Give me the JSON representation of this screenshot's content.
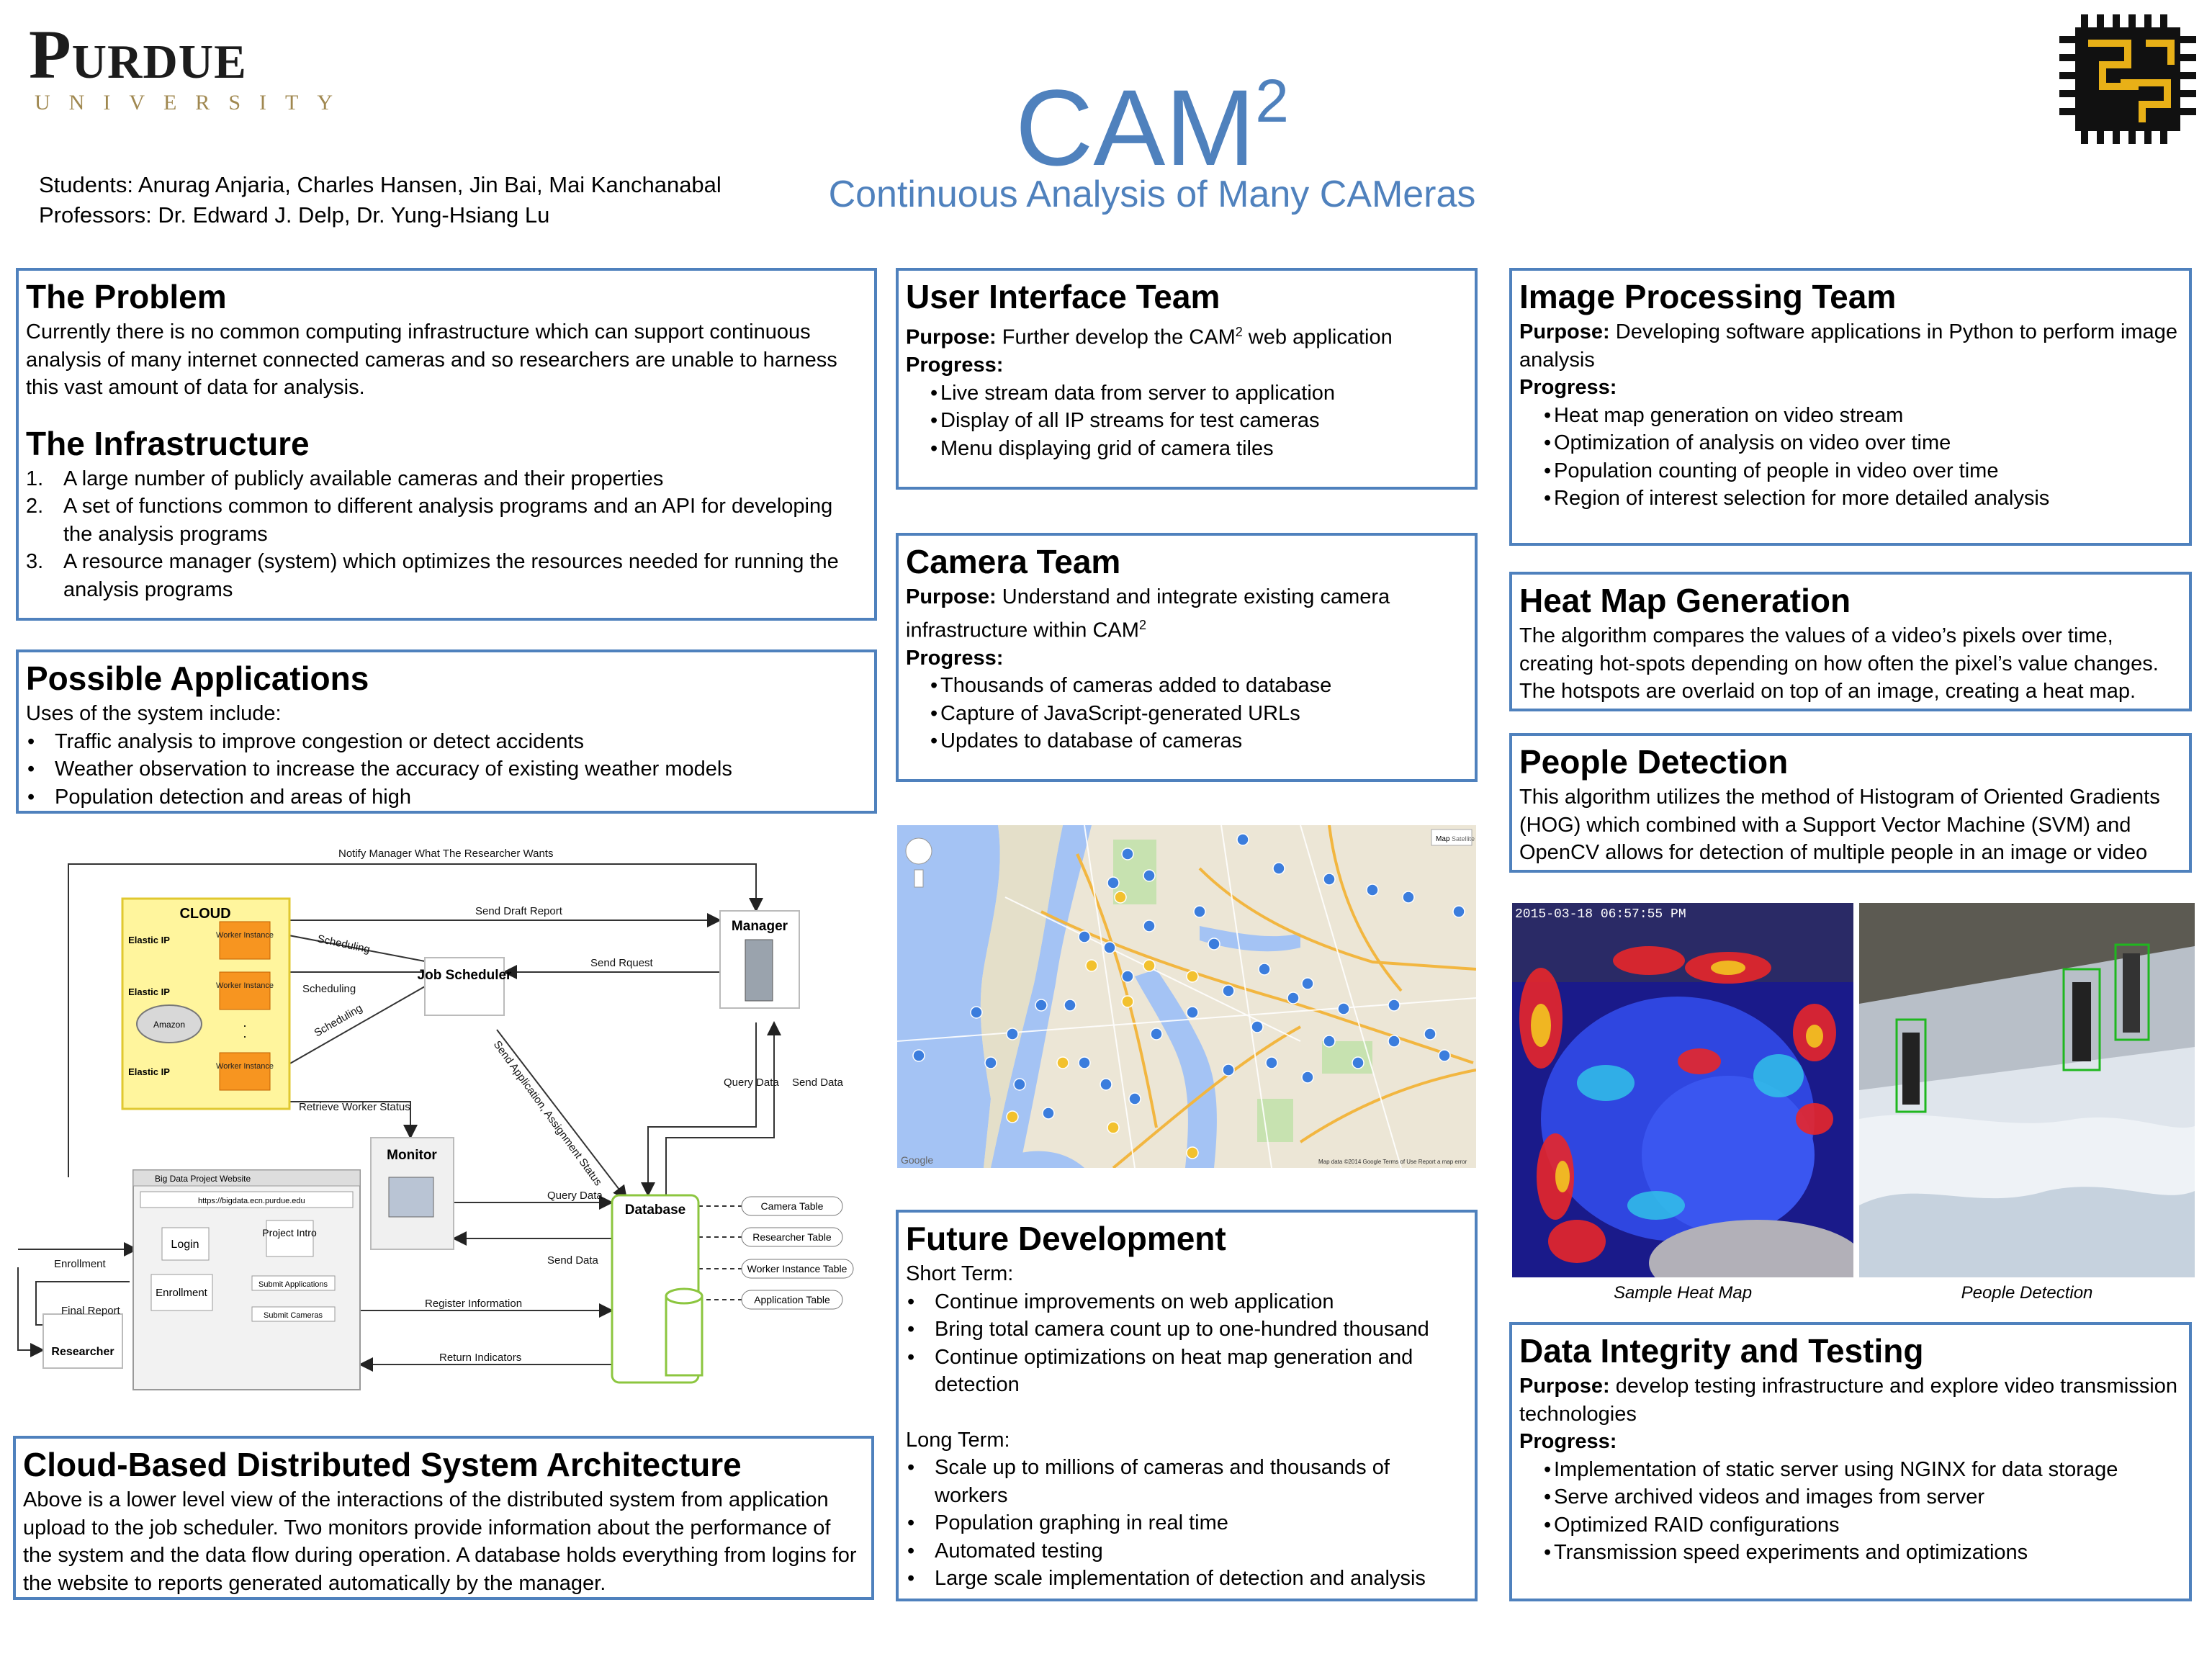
{
  "header": {
    "logo_name": "Purdue",
    "logo_sub": "UNIVERSITY",
    "title": "CAM",
    "title_sup": "2",
    "subtitle": "Continuous Analysis of Many CAMeras",
    "students": "Students: Anurag Anjaria, Charles Hansen, Jin Bai, Mai Kanchanabal",
    "professors": "Professors: Dr. Edward J. Delp, Dr. Yung-Hsiang Lu",
    "ece_logo_name": "ece-logo"
  },
  "problem": {
    "title": "The Problem",
    "text": "Currently there is no common computing infrastructure which can support continuous analysis of many internet connected cameras and so researchers are unable to harness this vast amount of data for analysis."
  },
  "infrastructure": {
    "title": "The Infrastructure",
    "items": [
      {
        "n": "1.",
        "text": "A large number of publicly available cameras and their properties"
      },
      {
        "n": "2.",
        "text": "A set of functions common to different analysis programs and an API for developing the analysis programs"
      },
      {
        "n": "3.",
        "text": "A resource manager (system) which optimizes the resources needed for running the analysis programs"
      }
    ]
  },
  "applications": {
    "title": "Possible Applications",
    "intro": "Uses of the system include:",
    "items": [
      "Traffic analysis to improve congestion or detect accidents",
      "Weather observation to increase the accuracy of existing weather models",
      "Population detection and areas of high"
    ]
  },
  "diagram": {
    "notify": "Notify Manager What The Researcher Wants",
    "cloud": "CLOUD",
    "elastic_ip": "Elastic IP",
    "worker": "Worker Instance",
    "amazon": "Amazon",
    "send_draft": "Send Draft Report",
    "manager": "Manager",
    "scheduling": "Scheduling",
    "job_scheduler": "Job Scheduler",
    "send_request": "Send Rquest",
    "send_app": "Send Application, Assignment Status",
    "retrieve": "Retrieve Worker Status",
    "monitor": "Monitor",
    "query_data": "Query Data",
    "send_data": "Send Data",
    "database": "Database",
    "tables": [
      "Camera Table",
      "Researcher Table",
      "Worker Instance Table",
      "Application Table"
    ],
    "website_title": "Big Data Project Website",
    "url": "https://bigdata.ecn.purdue.edu",
    "login": "Login",
    "project_intro": "Project Intro",
    "enrollment": "Enrollment",
    "submit_apps": "Submit Applications",
    "submit_cams": "Submit Cameras",
    "enrollment_lbl": "Enrollment",
    "final_report": "Final Report",
    "researcher": "Researcher",
    "register": "Register Information",
    "return_ind": "Return Indicators"
  },
  "architecture": {
    "title": "Cloud-Based Distributed System Architecture",
    "text": "Above is a lower level view of the interactions of the distributed system from application upload to the job scheduler.  Two monitors provide information about the performance of the system and the data flow during operation.  A database holds everything from logins for the website to reports generated automatically by the manager."
  },
  "ui_team": {
    "title": "User Interface Team",
    "purpose_label": "Purpose:",
    "purpose": "Further develop the CAM",
    "purpose_sup": "2",
    "purpose_tail": " web application",
    "progress_label": "Progress:",
    "items": [
      "Live stream data from server to application",
      "Display of all IP streams for test cameras",
      "Menu displaying grid of camera tiles"
    ]
  },
  "camera_team": {
    "title": "Camera Team",
    "purpose_label": "Purpose:",
    "purpose": "Understand and integrate existing camera infrastructure within CAM",
    "purpose_sup": "2",
    "progress_label": "Progress:",
    "items": [
      "Thousands of cameras added to database",
      "Capture of JavaScript-generated URLs",
      "Updates to database of cameras"
    ]
  },
  "map": {
    "map_btn": "Map",
    "satellite_btn": "Satellite",
    "footer": "Map data ©2014 Google   Terms of Use   Report a map error",
    "google": "Google"
  },
  "future": {
    "title": "Future Development",
    "short_label": "Short Term:",
    "short_items": [
      "Continue improvements on web application",
      "Bring total camera count up to one-hundred thousand",
      "Continue optimizations on heat map generation and detection"
    ],
    "long_label": "Long Term:",
    "long_items": [
      "Scale up to millions of cameras and thousands of workers",
      "Population graphing in real time",
      "Automated testing",
      "Large scale implementation of detection and analysis"
    ]
  },
  "image_team": {
    "title": "Image Processing Team",
    "purpose_label": "Purpose:",
    "purpose": "Developing software applications in Python to perform image analysis",
    "progress_label": "Progress:",
    "items": [
      "Heat map generation on video stream",
      "Optimization of analysis on video over time",
      "Population counting of people in video over time",
      "Region of interest selection for more detailed analysis"
    ]
  },
  "heatmap": {
    "title": "Heat Map Generation",
    "text": "The algorithm compares the values of a video’s pixels over time, creating hot-spots depending on how often the pixel’s value changes. The hotspots are overlaid on top of an image, creating a heat map."
  },
  "people": {
    "title": "People Detection",
    "text": "This algorithm utilizes the method of Histogram of Oriented Gradients (HOG) which combined with a Support Vector Machine (SVM) and OpenCV allows for detection of multiple people in an image or video"
  },
  "images": {
    "heat_timestamp": "2015-03-18 06:57:55 PM",
    "heat_caption": "Sample Heat Map",
    "people_caption": "People Detection"
  },
  "testing": {
    "title": "Data Integrity and Testing",
    "purpose_label": "Purpose:",
    "purpose": "develop testing infrastructure and explore video transmission technologies",
    "progress_label": "Progress:",
    "items": [
      "Implementation of static server using NGINX for data storage",
      "Serve archived videos and images from server",
      "Optimized RAID configurations",
      "Transmission speed experiments and optimizations"
    ]
  },
  "colors": {
    "accent": "#4f81bd",
    "cloud_fill": "#fff59d",
    "worker_fill": "#f79520",
    "db_stroke": "#8cc63f"
  }
}
